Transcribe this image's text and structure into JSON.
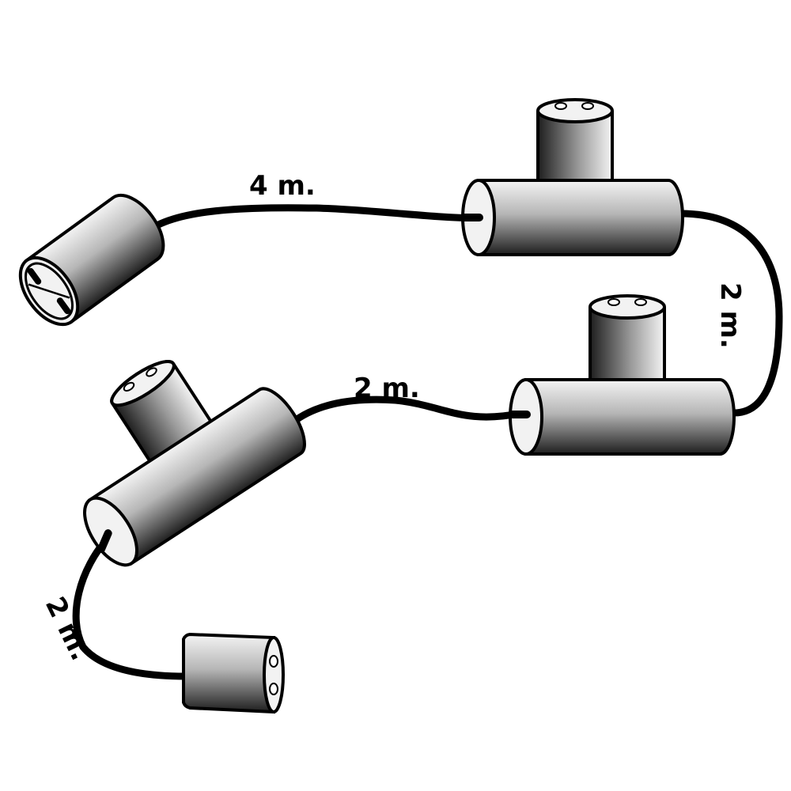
{
  "diagram": {
    "segments": [
      {
        "id": "seg-plug-to-tee1",
        "length_label": "4 m."
      },
      {
        "id": "seg-tee1-to-tee2",
        "length_label": "2 m."
      },
      {
        "id": "seg-tee2-to-tee3",
        "length_label": "2 m."
      },
      {
        "id": "seg-tee3-to-end",
        "length_label": "2 m."
      }
    ],
    "components": [
      {
        "id": "plug",
        "icon": "plug-icon"
      },
      {
        "id": "tee-connector-1",
        "icon": "tee-connector-icon"
      },
      {
        "id": "tee-connector-2",
        "icon": "tee-connector-icon"
      },
      {
        "id": "tee-connector-3",
        "icon": "tee-connector-icon"
      },
      {
        "id": "end-socket",
        "icon": "end-socket-icon"
      }
    ],
    "colors": {
      "outline": "#000000",
      "body_light": "#f4f4f4",
      "body_dark": "#1e1e1e",
      "face": "#f2f2f2"
    }
  }
}
